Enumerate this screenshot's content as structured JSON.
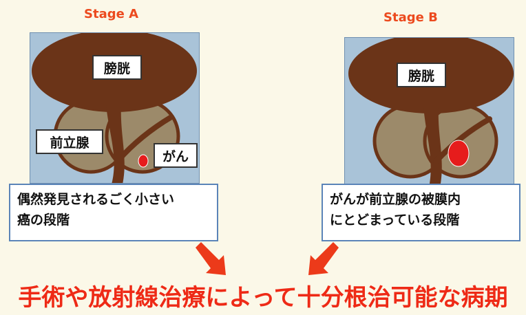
{
  "stages": [
    {
      "title": "Stage A",
      "bladder_label": "膀胱",
      "prostate_label": "前立腺",
      "cancer_label": "がん",
      "caption": [
        "偶然発見されるごく小さい",
        "癌の段階"
      ]
    },
    {
      "title": "Stage B",
      "bladder_label": "膀胱",
      "caption": [
        "がんが前立腺の被膜内",
        "にとどまっている段階"
      ]
    }
  ],
  "conclusion": "手術や放射線治療によって十分根治可能な病期",
  "colors": {
    "title": "#ec4a1e",
    "panel_bg": "#a9c3d8",
    "bladder": "#6b3418",
    "prostate": "#9c8a6a",
    "tumor": "#e61c1c",
    "arrow": "#ec3a1a",
    "conclusion": "#ee2a16"
  }
}
